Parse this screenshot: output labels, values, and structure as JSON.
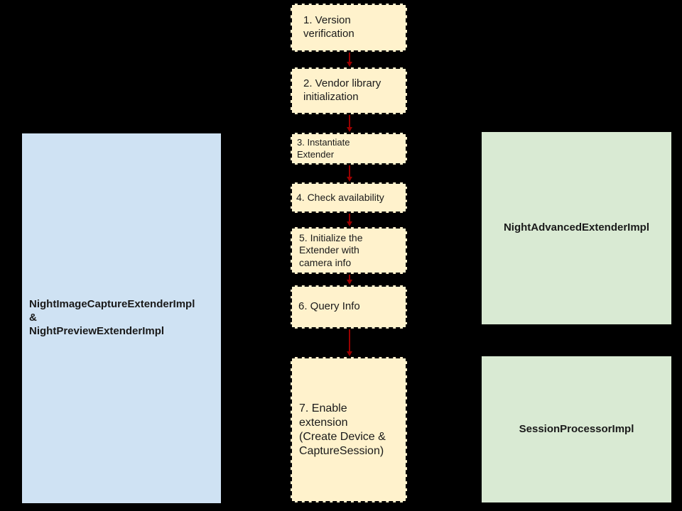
{
  "colors": {
    "background": "#000000",
    "step_fill": "#FFF2CC",
    "step_border": "#000000",
    "left_box_fill": "#CFE2F3",
    "right_box_fill": "#D9EAD3",
    "arrow": "#990000",
    "text": "#1A1A1A"
  },
  "flow": {
    "steps": [
      {
        "label": "1. Version\nverification"
      },
      {
        "label": "2. Vendor library\ninitialization"
      },
      {
        "label": "3. Instantiate\nExtender"
      },
      {
        "label": "4. Check availability"
      },
      {
        "label": "5. Initialize the\nExtender with\ncamera info"
      },
      {
        "label": "6. Query Info"
      },
      {
        "label": "7. Enable\nextension\n(Create Device &\nCaptureSession)"
      }
    ]
  },
  "left_box": {
    "label": "NightImageCaptureExtenderImpl\n&\nNightPreviewExtenderImpl"
  },
  "right_boxes": [
    {
      "label": "NightAdvancedExtenderImpl"
    },
    {
      "label": "SessionProcessorImpl"
    }
  ]
}
